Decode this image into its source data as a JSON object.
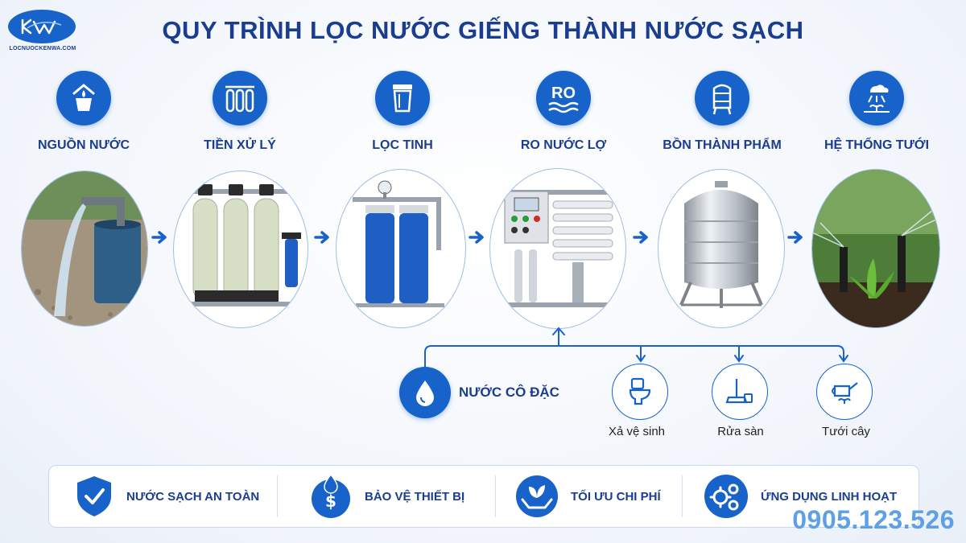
{
  "brand": {
    "logo_text": "LOCNUOCKENWA.COM",
    "logo_mark": "KW"
  },
  "title": "QUY TRÌNH LỌC NƯỚC GIẾNG THÀNH NƯỚC SẠCH",
  "steps": [
    {
      "label": "NGUỒN NƯỚC",
      "icon": "water-source-icon"
    },
    {
      "label": "TIỀN XỬ LÝ",
      "icon": "pre-filter-icon"
    },
    {
      "label": "LỌC TINH",
      "icon": "fine-filter-icon"
    },
    {
      "label": "RO NƯỚC LỢ",
      "icon": "ro-icon",
      "icon_text": "RO"
    },
    {
      "label": "BỒN THÀNH PHẨM",
      "icon": "tank-icon"
    },
    {
      "label": "HỆ THỐNG TƯỚI",
      "icon": "sprinkler-icon"
    }
  ],
  "concentrate": {
    "label": "NƯỚC CÔ ĐẶC",
    "uses": [
      {
        "label": "Xả vệ sinh",
        "icon": "toilet-icon"
      },
      {
        "label": "Rửa sàn",
        "icon": "mop-icon"
      },
      {
        "label": "Tưới cây",
        "icon": "watering-can-icon"
      }
    ]
  },
  "benefits": [
    {
      "label": "NƯỚC SẠCH AN TOÀN",
      "icon": "shield-check-icon"
    },
    {
      "label": "BẢO VỆ THIẾT BỊ",
      "icon": "money-drop-icon"
    },
    {
      "label": "TỐI ƯU CHI PHÍ",
      "icon": "hands-leaf-icon"
    },
    {
      "label": "ỨNG DỤNG LINH HOẠT",
      "icon": "gears-icon"
    }
  ],
  "phone": "0905.123.526",
  "colors": {
    "primary": "#1763c9",
    "title": "#1b3d8f",
    "phone": "#5ea0e8"
  }
}
